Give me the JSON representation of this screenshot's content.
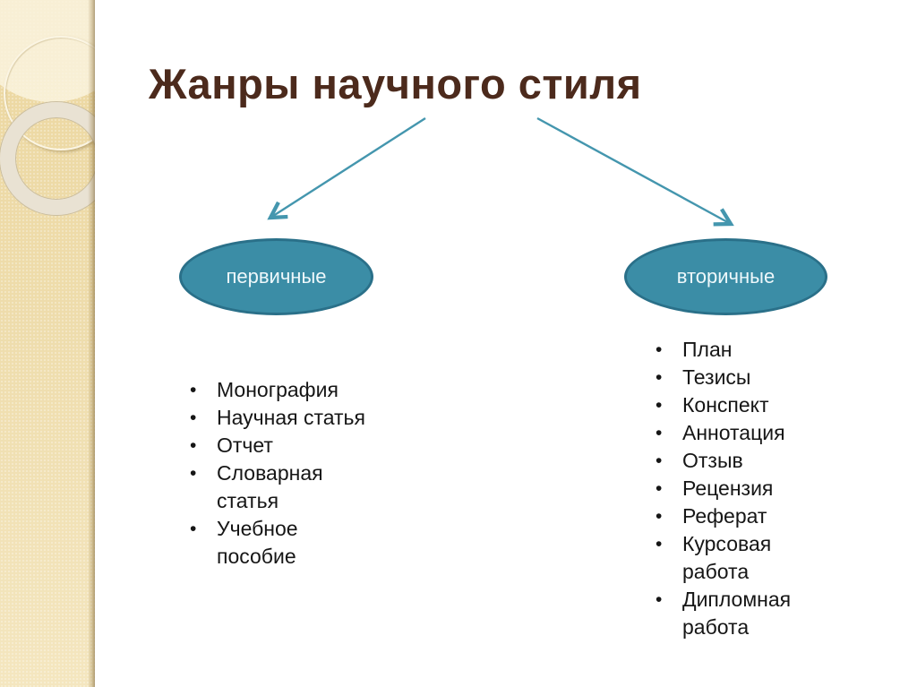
{
  "slide": {
    "title": "Жанры научного стиля",
    "left_branch": {
      "label": "первичные",
      "items": [
        "Монография",
        "Научная статья",
        "Отчет",
        "Словарная статья",
        "Учебное пособие"
      ]
    },
    "right_branch": {
      "label": "вторичные",
      "items": [
        "План",
        "Тезисы",
        "Конспект",
        "Аннотация",
        "Отзыв",
        "Рецензия",
        "Реферат",
        "Курсовая работа",
        "Дипломная работа"
      ]
    },
    "colors": {
      "background": "#ffffff",
      "title_text": "#4c2a1c",
      "body_text": "#161616",
      "ellipse_fill": "#3b8da6",
      "ellipse_border": "#2a7089",
      "ellipse_text": "#eef8fb",
      "arrow": "#4496ae",
      "sidebar_top": "#ecd7a0",
      "sidebar_bottom": "#f4e6bf"
    }
  }
}
